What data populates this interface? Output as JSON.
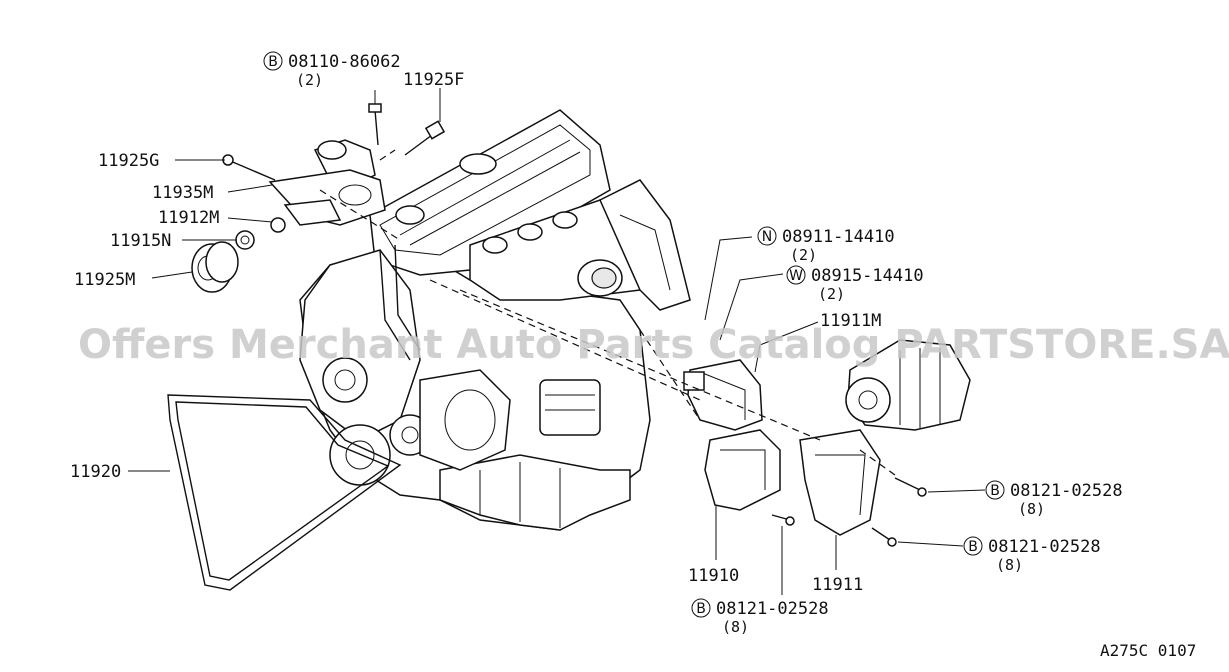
{
  "parts": {
    "p_08110": {
      "prefix": "B",
      "number": "08110-86062",
      "qty": "(2)"
    },
    "p_11925F": {
      "number": "11925F"
    },
    "p_11925G": {
      "number": "11925G"
    },
    "p_11935M": {
      "number": "11935M"
    },
    "p_11912M": {
      "number": "11912M"
    },
    "p_11915N": {
      "number": "11915N"
    },
    "p_11925M": {
      "number": "11925M"
    },
    "p_11920": {
      "number": "11920"
    },
    "p_08911": {
      "prefix": "N",
      "number": "08911-14410",
      "qty": "(2)"
    },
    "p_08915": {
      "prefix": "W",
      "number": "08915-14410",
      "qty": "(2)"
    },
    "p_11911M": {
      "number": "11911M"
    },
    "p_08121_a": {
      "prefix": "B",
      "number": "08121-02528",
      "qty": "(8)"
    },
    "p_08121_b": {
      "prefix": "B",
      "number": "08121-02528",
      "qty": "(8)"
    },
    "p_11910": {
      "number": "11910"
    },
    "p_11911": {
      "number": "11911"
    },
    "p_08121_c": {
      "prefix": "B",
      "number": "08121-02528",
      "qty": "(8)"
    }
  },
  "watermark": "Offers Merchant Auto Parts Catalog PARTSTORE.SA",
  "diagram_code": "A275C 0107"
}
